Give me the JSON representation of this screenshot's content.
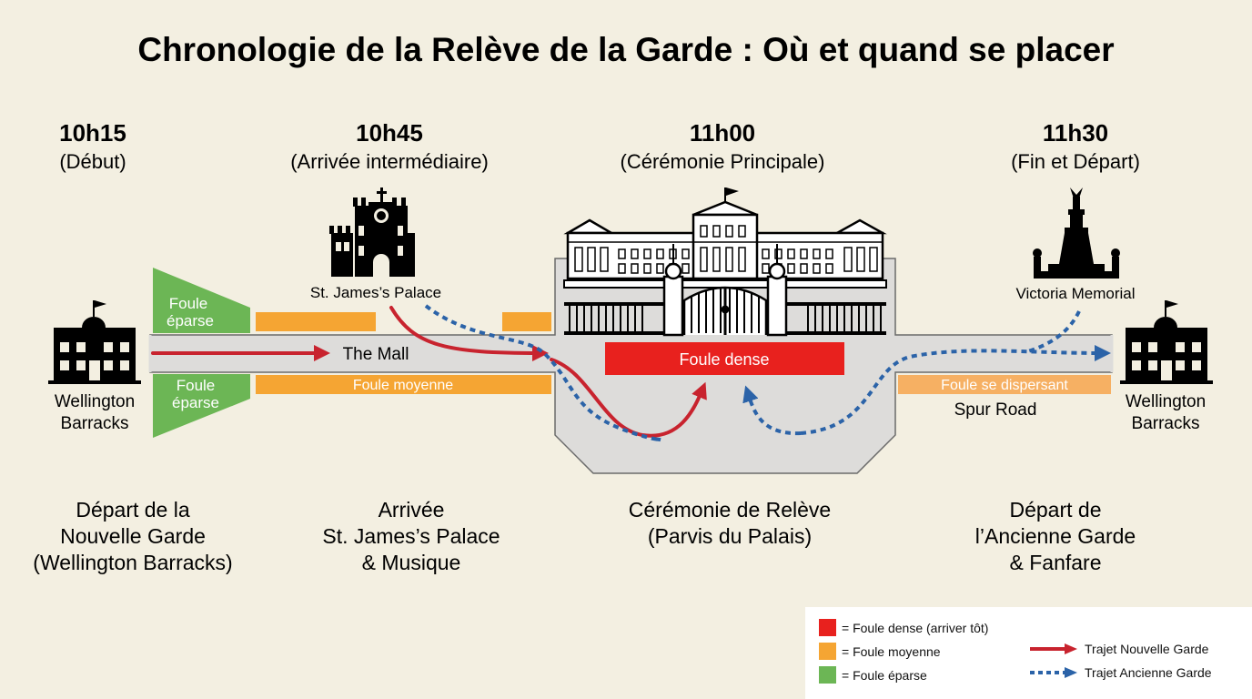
{
  "title": "Chronologie de la Relève de la Garde : Où et quand se placer",
  "timeline": [
    {
      "time": "10h15",
      "subtitle": "(Début)",
      "description": [
        "Départ de la",
        "Nouvelle Garde",
        "(Wellington Barracks)"
      ]
    },
    {
      "time": "10h45",
      "subtitle": "(Arrivée intermédiaire)",
      "description": [
        "Arrivée",
        "St. James’s Palace",
        "& Musique"
      ]
    },
    {
      "time": "11h00",
      "subtitle": "(Cérémonie Principale)",
      "description": [
        "Cérémonie de Relève",
        "(Parvis du Palais)"
      ]
    },
    {
      "time": "11h30",
      "subtitle": "(Fin et Départ)",
      "description": [
        "Départ de",
        "l’Ancienne Garde",
        "& Fanfare"
      ]
    }
  ],
  "map": {
    "wellington_left": [
      "Wellington",
      "Barracks"
    ],
    "wellington_right": [
      "Wellington",
      "Barracks"
    ],
    "st_james": "St. James’s Palace",
    "victoria_memorial": "Victoria Memorial",
    "the_mall": "The Mall",
    "spur_road": "Spur Road",
    "zone_sparse_top": [
      "Foule",
      "éparse"
    ],
    "zone_sparse_bottom": [
      "Foule",
      "éparse"
    ],
    "zone_medium": "Foule moyenne",
    "zone_dense": "Foule dense",
    "zone_dispersing": "Foule se dispersant"
  },
  "legend": {
    "dense": "= Foule dense (arriver tôt)",
    "medium": "= Foule moyenne",
    "sparse": "= Foule éparse",
    "new_guard": "Trajet Nouvelle Garde",
    "old_guard": "Trajet Ancienne Garde"
  },
  "colors": {
    "dense": "#e8211e",
    "medium": "#f5a533",
    "sparse": "#6cb655",
    "new_guard": "#c8232e",
    "old_guard": "#2b63a8",
    "road": "#dddcda",
    "background": "#f3efe1"
  }
}
